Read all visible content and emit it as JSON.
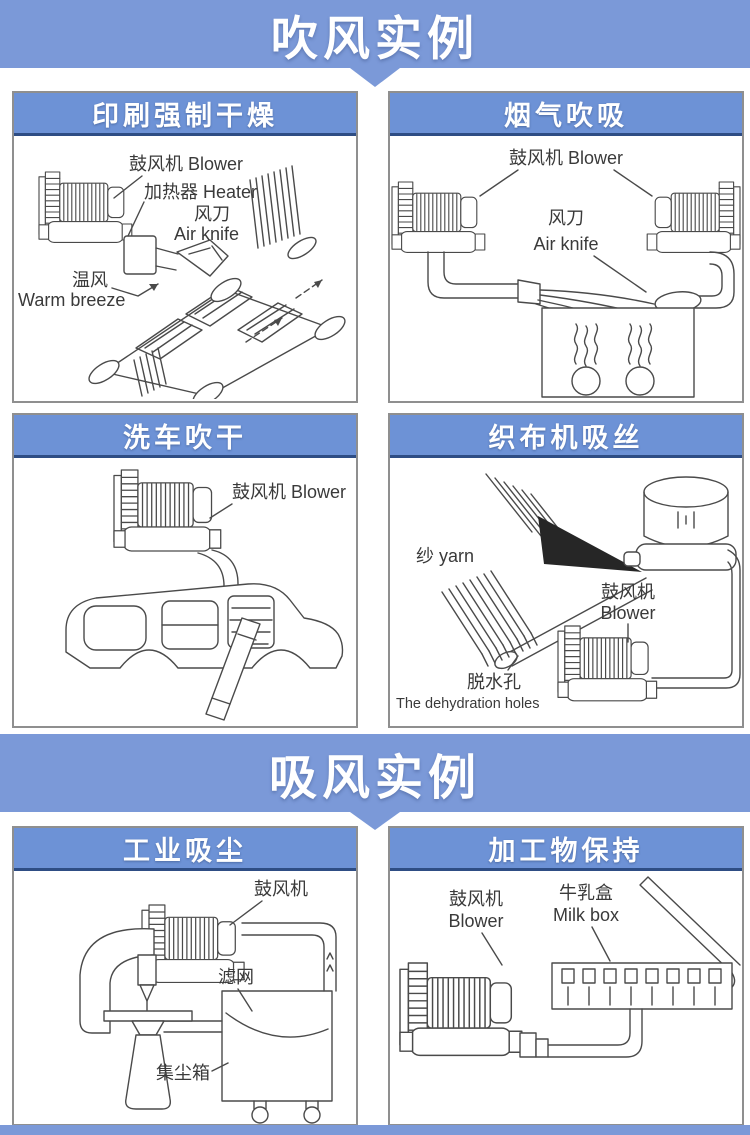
{
  "colors": {
    "banner_blue": "#7b99d8",
    "header_blue": "#6d92d6",
    "header_border": "#2e4d84",
    "panel_border": "#8f8f8f",
    "ink": "#4a4a4a"
  },
  "banners": {
    "blow": {
      "title": "吹风实例"
    },
    "suck": {
      "title": "吸风实例"
    }
  },
  "panels": {
    "print": {
      "title": "印刷强制干燥",
      "blower": "鼓风机 Blower",
      "heater": "加热器 Heater",
      "air_knife_cn": "风刀",
      "air_knife_en": "Air knife",
      "warm_cn": "温风",
      "warm_en": "Warm breeze"
    },
    "smoke": {
      "title": "烟气吹吸",
      "blower": "鼓风机 Blower",
      "air_knife_cn": "风刀",
      "air_knife_en": "Air knife"
    },
    "car": {
      "title": "洗车吹干",
      "blower": "鼓风机 Blower"
    },
    "loom": {
      "title": "织布机吸丝",
      "yarn": "纱 yarn",
      "blower_cn": "鼓风机",
      "blower_en": "Blower",
      "holes_cn": "脱水孔",
      "holes_en": "The dehydration holes"
    },
    "dust": {
      "title": "工业吸尘",
      "blower": "鼓风机",
      "filter": "滤网",
      "box": "集尘箱"
    },
    "hold": {
      "title": "加工物保持",
      "blower_cn": "鼓风机",
      "blower_en": "Blower",
      "milk_cn": "牛乳盒",
      "milk_en": "Milk box"
    }
  }
}
